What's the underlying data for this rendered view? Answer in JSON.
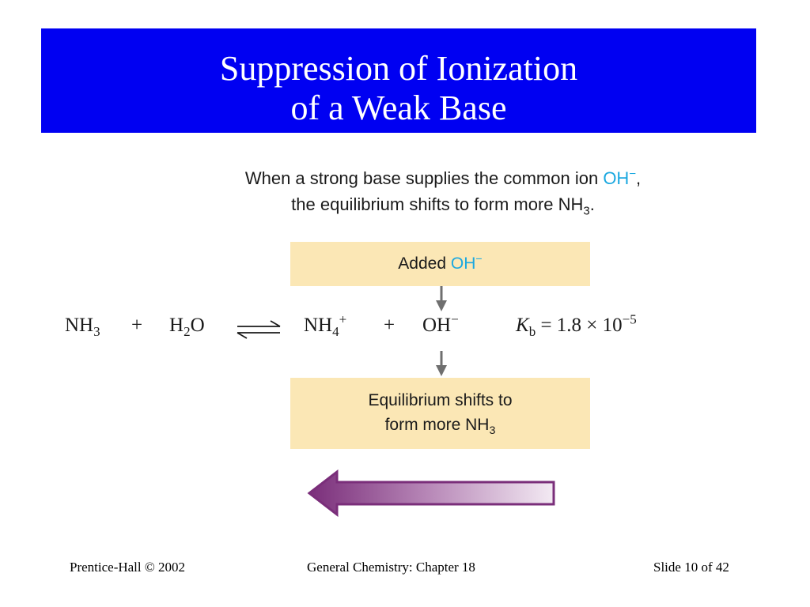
{
  "slide": {
    "title_line1": "Suppression of Ionization",
    "title_line2": "of a Weak Base",
    "title_bg": "#0000f2"
  },
  "caption": {
    "line1_text": "When a strong base supplies the common ion ",
    "line1_ion": "OH",
    "line1_ion_charge": "−",
    "line1_end": ",",
    "line2_text": "the equilibrium shifts to form more NH",
    "line2_sub": "3",
    "line2_end": "."
  },
  "top_box": {
    "text": "Added ",
    "ion": "OH",
    "ion_charge": "−"
  },
  "equation": {
    "reactant1": "NH",
    "reactant1_sub": "3",
    "plus1": "+",
    "reactant2_a": "H",
    "reactant2_sub": "2",
    "reactant2_b": "O",
    "arrow": "equilibrium-arrows",
    "product1": "NH",
    "product1_sub": "4",
    "product1_charge": "+",
    "plus2": "+",
    "product2": "OH",
    "product2_charge": "−",
    "kb_label": "K",
    "kb_sub": "b",
    "kb_value": "= 1.8 × 10",
    "kb_exp": "−5"
  },
  "bottom_box": {
    "line1": "Equilibrium shifts to",
    "line2": "form more NH",
    "line2_sub": "3"
  },
  "colors": {
    "accent_ion": "#1ba8e0",
    "box_fill": "#fbe7b5",
    "shift_arrow": "#7a2e7a"
  },
  "footer": {
    "left": "Prentice-Hall © 2002",
    "center": "General Chemistry: Chapter 18",
    "right": "Slide 10 of 42"
  }
}
